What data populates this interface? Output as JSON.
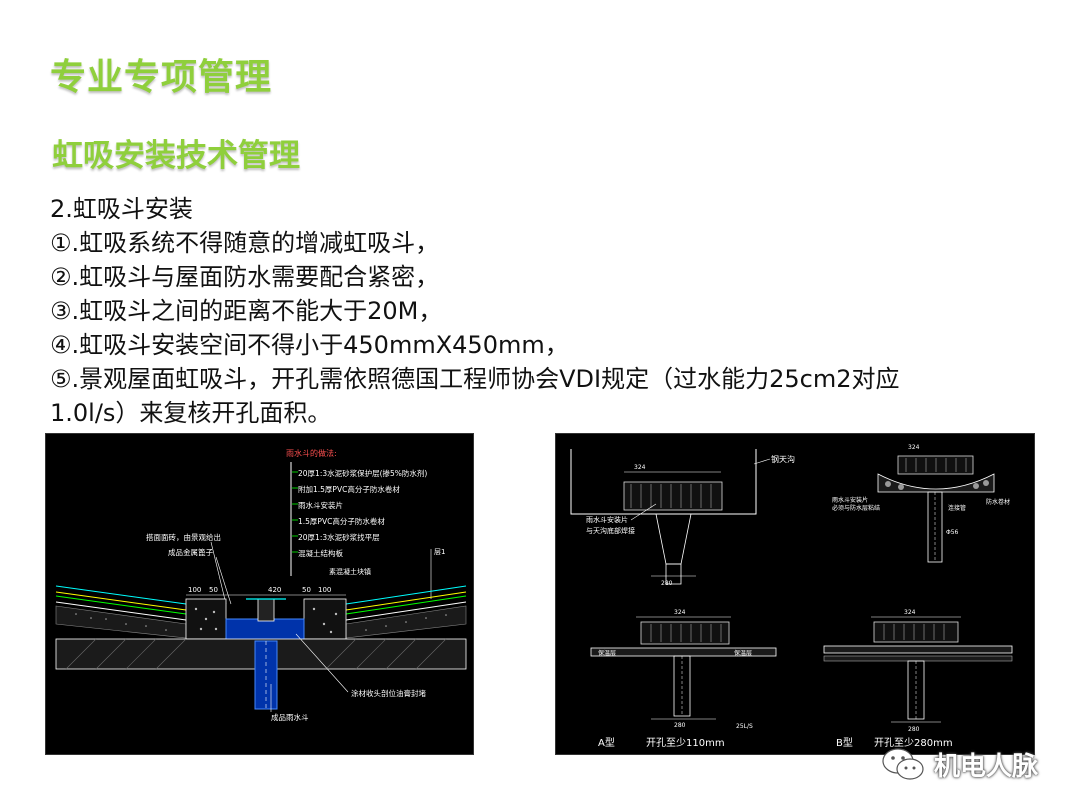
{
  "slide": {
    "title": "专业专项管理",
    "subtitle": "虹吸安装技术管理",
    "lines": [
      "2.虹吸斗安装",
      "①.虹吸系统不得随意的增减虹吸斗，",
      "②.虹吸斗与屋面防水需要配合紧密，",
      "③.虹吸斗之间的距离不能大于20M，",
      "④.虹吸斗安装空间不得小于450mmX450mm，",
      "⑤.景观屋面虹吸斗，开孔需依照德国工程师协会VDI规定（过水能力25cm2对应",
      "1.0l/s）来复核开孔面积。"
    ]
  },
  "left_drawing": {
    "heading": "雨水斗的做法:",
    "notes": [
      "20厚1:3水泥砂浆保护层(掺5%防水剂)",
      "附加1.5厚PVC高分子防水卷材",
      "雨水斗安装片",
      "1.5厚PVC高分子防水卷材",
      "20厚1:3水泥砂浆找平层",
      "混凝土结构板"
    ],
    "label_left_1": "搭面面砖，由景观给出",
    "label_left_2": "成品金属篦子",
    "label_concrete": "素混凝土块镇",
    "dim_1": "100",
    "dim_2": "50",
    "dim_3": "420",
    "dim_4": "50",
    "dim_5": "100",
    "label_layer": "层1",
    "label_bottom_1": "成品雨水斗",
    "label_bottom_2": "涂材收头剖位油膏封堵"
  },
  "right_drawing": {
    "label_gutter": "钢天沟",
    "label_install": "雨水斗安装片",
    "label_install_2": "与天沟底部焊接",
    "label_waterproof_l": "雨水斗安装片",
    "label_waterproof_l2": "必须与防水层粘结",
    "label_waterproof_r": "防水卷材",
    "label_pipe": "连接管",
    "dim_top_a": "324",
    "dim_bottom_a": "280",
    "dim_pipe": "Φ56",
    "dim_top_b": "324",
    "dim_top_c": "324",
    "dim_bottom_c": "280",
    "dim_top_d": "324",
    "dim_bottom_d": "280",
    "flow_label": "25L/S",
    "layer_label": "保温层",
    "type_a": "A型",
    "hole_a": "开孔至少110mm",
    "type_b": "B型",
    "hole_b": "开孔至少280mm"
  },
  "watermark": {
    "text": "机电人脉"
  }
}
